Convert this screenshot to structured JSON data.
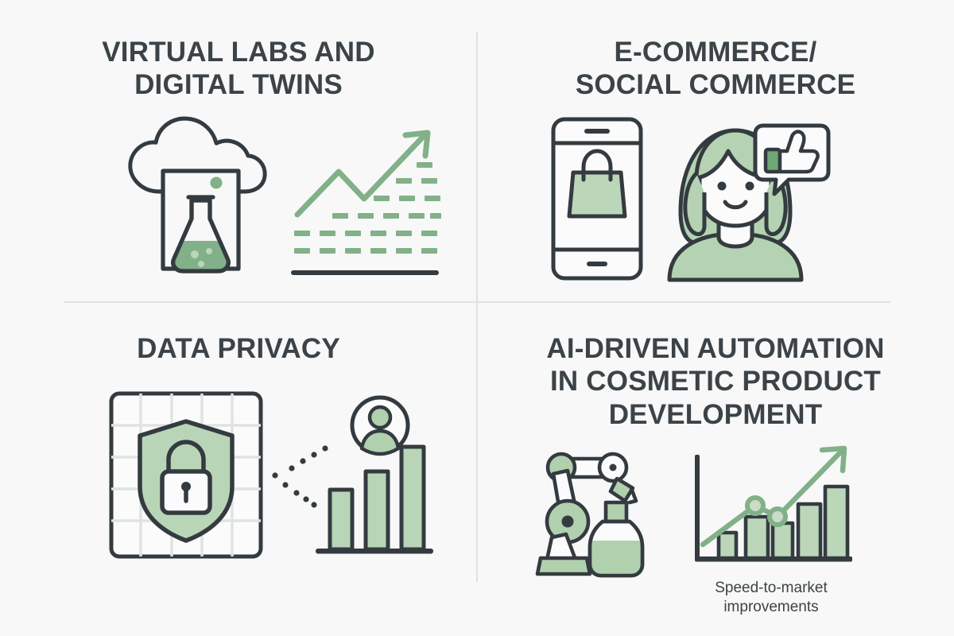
{
  "palette": {
    "background": "#f7f8f7",
    "stroke_dark": "#343b40",
    "title_text": "#3c4348",
    "green_mid": "#82b088",
    "green_light": "#bcd6ba",
    "green_pale": "#c8dcc6",
    "divider": "#dde4e3",
    "grid_line": "#dfe3e2"
  },
  "layout": {
    "grid": "2x2",
    "divider_vertical_x": 600,
    "divider_horizontal_y": 380
  },
  "quadrants": [
    {
      "id": "virtual-labs",
      "position": "top-left",
      "title": "VIRTUAL LABS AND\nDIGITAL TWINS",
      "icons": [
        "cloud-flask-icon",
        "growth-dash-chart-icon"
      ]
    },
    {
      "id": "ecommerce",
      "position": "top-right",
      "title": "E-COMMERCE/\nSOCIAL COMMERCE",
      "icons": [
        "mobile-shopping-bag-icon",
        "woman-thumbs-up-icon"
      ]
    },
    {
      "id": "data-privacy",
      "position": "bottom-left",
      "title": "DATA PRIVACY",
      "icons": [
        "shield-lock-grid-icon",
        "user-bar-chart-icon"
      ]
    },
    {
      "id": "ai-automation",
      "position": "bottom-right",
      "title": "AI-DRIVEN AUTOMATION\nIN COSMETIC PRODUCT\nDEVELOPMENT",
      "icons": [
        "robot-arm-bottle-icon",
        "speed-to-market-chart-icon"
      ],
      "caption": "Speed-to-market\nimprovements"
    }
  ],
  "chart_data": [
    {
      "id": "growth-dash-chart",
      "type": "area",
      "title": "",
      "xlabel": "",
      "ylabel": "",
      "description": "Upward zigzag trend arrow over a dashed staircase grid",
      "trend_points": [
        {
          "x": 0,
          "y": 10
        },
        {
          "x": 28,
          "y": 52
        },
        {
          "x": 48,
          "y": 33
        },
        {
          "x": 100,
          "y": 92
        }
      ],
      "dash_rows": [
        6,
        6,
        5,
        3,
        2
      ],
      "grid": true,
      "legend": "none"
    },
    {
      "id": "user-bar-chart",
      "type": "bar",
      "title": "",
      "categories": [
        "1",
        "2",
        "3"
      ],
      "values": [
        58,
        78,
        100
      ],
      "ylim": [
        0,
        100
      ],
      "xlabel": "",
      "ylabel": "",
      "grid": false,
      "legend": "none",
      "annotation": "user avatar linked by dotted path"
    },
    {
      "id": "speed-to-market-chart",
      "type": "bar",
      "title": "Speed-to-market improvements",
      "categories": [
        "1",
        "2",
        "3",
        "4",
        "5"
      ],
      "values": [
        22,
        45,
        40,
        62,
        86
      ],
      "ylim": [
        0,
        100
      ],
      "xlabel": "",
      "ylabel": "",
      "grid": false,
      "legend": "none",
      "overlay_line": {
        "type": "line",
        "name": "trend",
        "points": [
          {
            "x": 4,
            "y": 18
          },
          {
            "x": 38,
            "y": 56
          },
          {
            "x": 52,
            "y": 44
          },
          {
            "x": 96,
            "y": 96
          }
        ],
        "markers": [
          {
            "x": 38,
            "y": 56
          },
          {
            "x": 52,
            "y": 44
          }
        ]
      }
    }
  ]
}
